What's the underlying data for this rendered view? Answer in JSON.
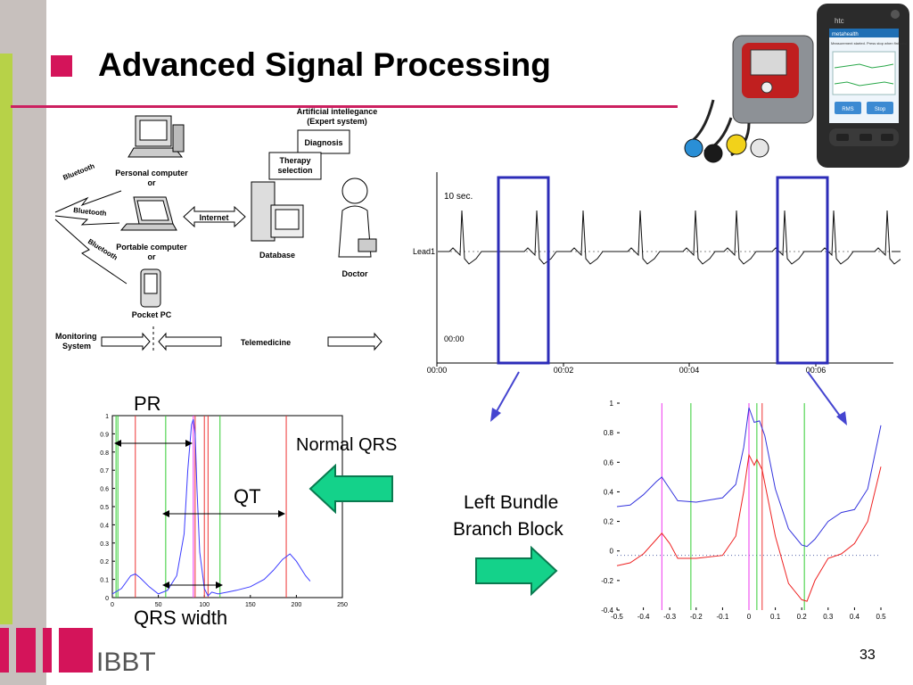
{
  "slide": {
    "title": "Advanced Signal Processing",
    "page_number": "33",
    "logo_text": "IBBT",
    "accent_color": "#d4145a",
    "stripe_color": "#b7d248"
  },
  "diagram": {
    "header_line1": "Artificial intellegance",
    "header_line2": "(Expert system)",
    "diagnosis": "Diagnosis",
    "therapy_line1": "Therapy",
    "therapy_line2": "selection",
    "pc_line1": "Personal computer",
    "pc_line2": "or",
    "portable_line1": "Portable computer",
    "portable_line2": "or",
    "pocket_pc": "Pocket PC",
    "internet": "Internet",
    "database": "Database",
    "doctor": "Doctor",
    "bluetooth": "Bluetooth",
    "monitoring_line1": "Monitoring",
    "monitoring_line2": "System",
    "telemedicine": "Telemedicine"
  },
  "device": {
    "brand": "htc",
    "app_title": "metahealth",
    "status_text": "Measurement started. Press stop when finished",
    "button_rms": "RMS",
    "button_stop": "Stop"
  },
  "ecg": {
    "duration_label": "10 sec.",
    "lead_label": "Lead1",
    "time_inner": "00:00",
    "x_ticks": [
      "00:00",
      "00:02",
      "00:04",
      "00:06"
    ]
  },
  "labels": {
    "pr": "PR",
    "qt": "QT",
    "qrs_width": "QRS width",
    "normal_qrs": "Normal QRS",
    "lbbb_line1": "Left Bundle",
    "lbbb_line2": "Branch Block"
  },
  "chart_data": [
    {
      "type": "line",
      "xlim": [
        0,
        250
      ],
      "ylim": [
        0,
        1
      ],
      "x_ticks": [
        0,
        50,
        100,
        150,
        200,
        250
      ],
      "y_ticks": [
        0,
        0.1,
        0.2,
        0.3,
        0.4,
        0.5,
        0.6,
        0.7,
        0.8,
        0.9,
        1
      ],
      "series": [
        {
          "color": "#3b3bff",
          "x": [
            0,
            10,
            20,
            25,
            30,
            40,
            50,
            60,
            70,
            78,
            82,
            86,
            88,
            90,
            92,
            95,
            100,
            104,
            108,
            115,
            125,
            135,
            150,
            165,
            175,
            185,
            193,
            200,
            210,
            215
          ],
          "values": [
            0.02,
            0.05,
            0.12,
            0.13,
            0.11,
            0.06,
            0.02,
            0.04,
            0.12,
            0.35,
            0.7,
            0.95,
            0.98,
            0.9,
            0.6,
            0.25,
            0.05,
            0.01,
            0.03,
            0.02,
            0.03,
            0.04,
            0.06,
            0.1,
            0.15,
            0.21,
            0.24,
            0.2,
            0.12,
            0.09
          ]
        }
      ],
      "red_markers_x": [
        25,
        90,
        100,
        104,
        189
      ],
      "green_markers_x": [
        4,
        6,
        58,
        117
      ],
      "magenta_markers_x": [
        88
      ]
    },
    {
      "type": "line",
      "xlim": [
        -0.5,
        0.5
      ],
      "ylim": [
        -0.4,
        1
      ],
      "x_ticks": [
        -0.5,
        -0.4,
        -0.3,
        -0.2,
        -0.1,
        0,
        0.1,
        0.2,
        0.3,
        0.4,
        0.5
      ],
      "y_ticks": [
        -0.4,
        -0.2,
        0,
        0.2,
        0.4,
        0.6,
        0.8,
        1
      ],
      "series": [
        {
          "color": "#3333dd",
          "x": [
            -0.5,
            -0.45,
            -0.4,
            -0.35,
            -0.33,
            -0.3,
            -0.27,
            -0.2,
            -0.1,
            -0.05,
            -0.02,
            0,
            0.02,
            0.04,
            0.06,
            0.1,
            0.15,
            0.2,
            0.22,
            0.25,
            0.3,
            0.35,
            0.4,
            0.45,
            0.5
          ],
          "values": [
            0.3,
            0.31,
            0.38,
            0.47,
            0.5,
            0.42,
            0.34,
            0.33,
            0.36,
            0.45,
            0.7,
            0.97,
            0.87,
            0.88,
            0.78,
            0.42,
            0.15,
            0.04,
            0.03,
            0.08,
            0.2,
            0.26,
            0.28,
            0.42,
            0.85
          ]
        },
        {
          "color": "#ee2222",
          "x": [
            -0.5,
            -0.45,
            -0.4,
            -0.35,
            -0.33,
            -0.3,
            -0.27,
            -0.2,
            -0.1,
            -0.05,
            -0.02,
            0,
            0.02,
            0.03,
            0.05,
            0.1,
            0.15,
            0.2,
            0.22,
            0.25,
            0.3,
            0.35,
            0.4,
            0.45,
            0.5
          ],
          "values": [
            -0.1,
            -0.08,
            -0.02,
            0.08,
            0.12,
            0.05,
            -0.05,
            -0.05,
            -0.03,
            0.1,
            0.4,
            0.65,
            0.58,
            0.62,
            0.55,
            0.1,
            -0.22,
            -0.33,
            -0.34,
            -0.2,
            -0.05,
            -0.02,
            0.05,
            0.2,
            0.57
          ]
        }
      ],
      "baseline_y": -0.03,
      "magenta_markers_x": [
        -0.33,
        0
      ],
      "green_markers_x": [
        -0.22,
        0.03,
        0.21
      ],
      "red_markers_x": [
        0.05
      ]
    }
  ]
}
